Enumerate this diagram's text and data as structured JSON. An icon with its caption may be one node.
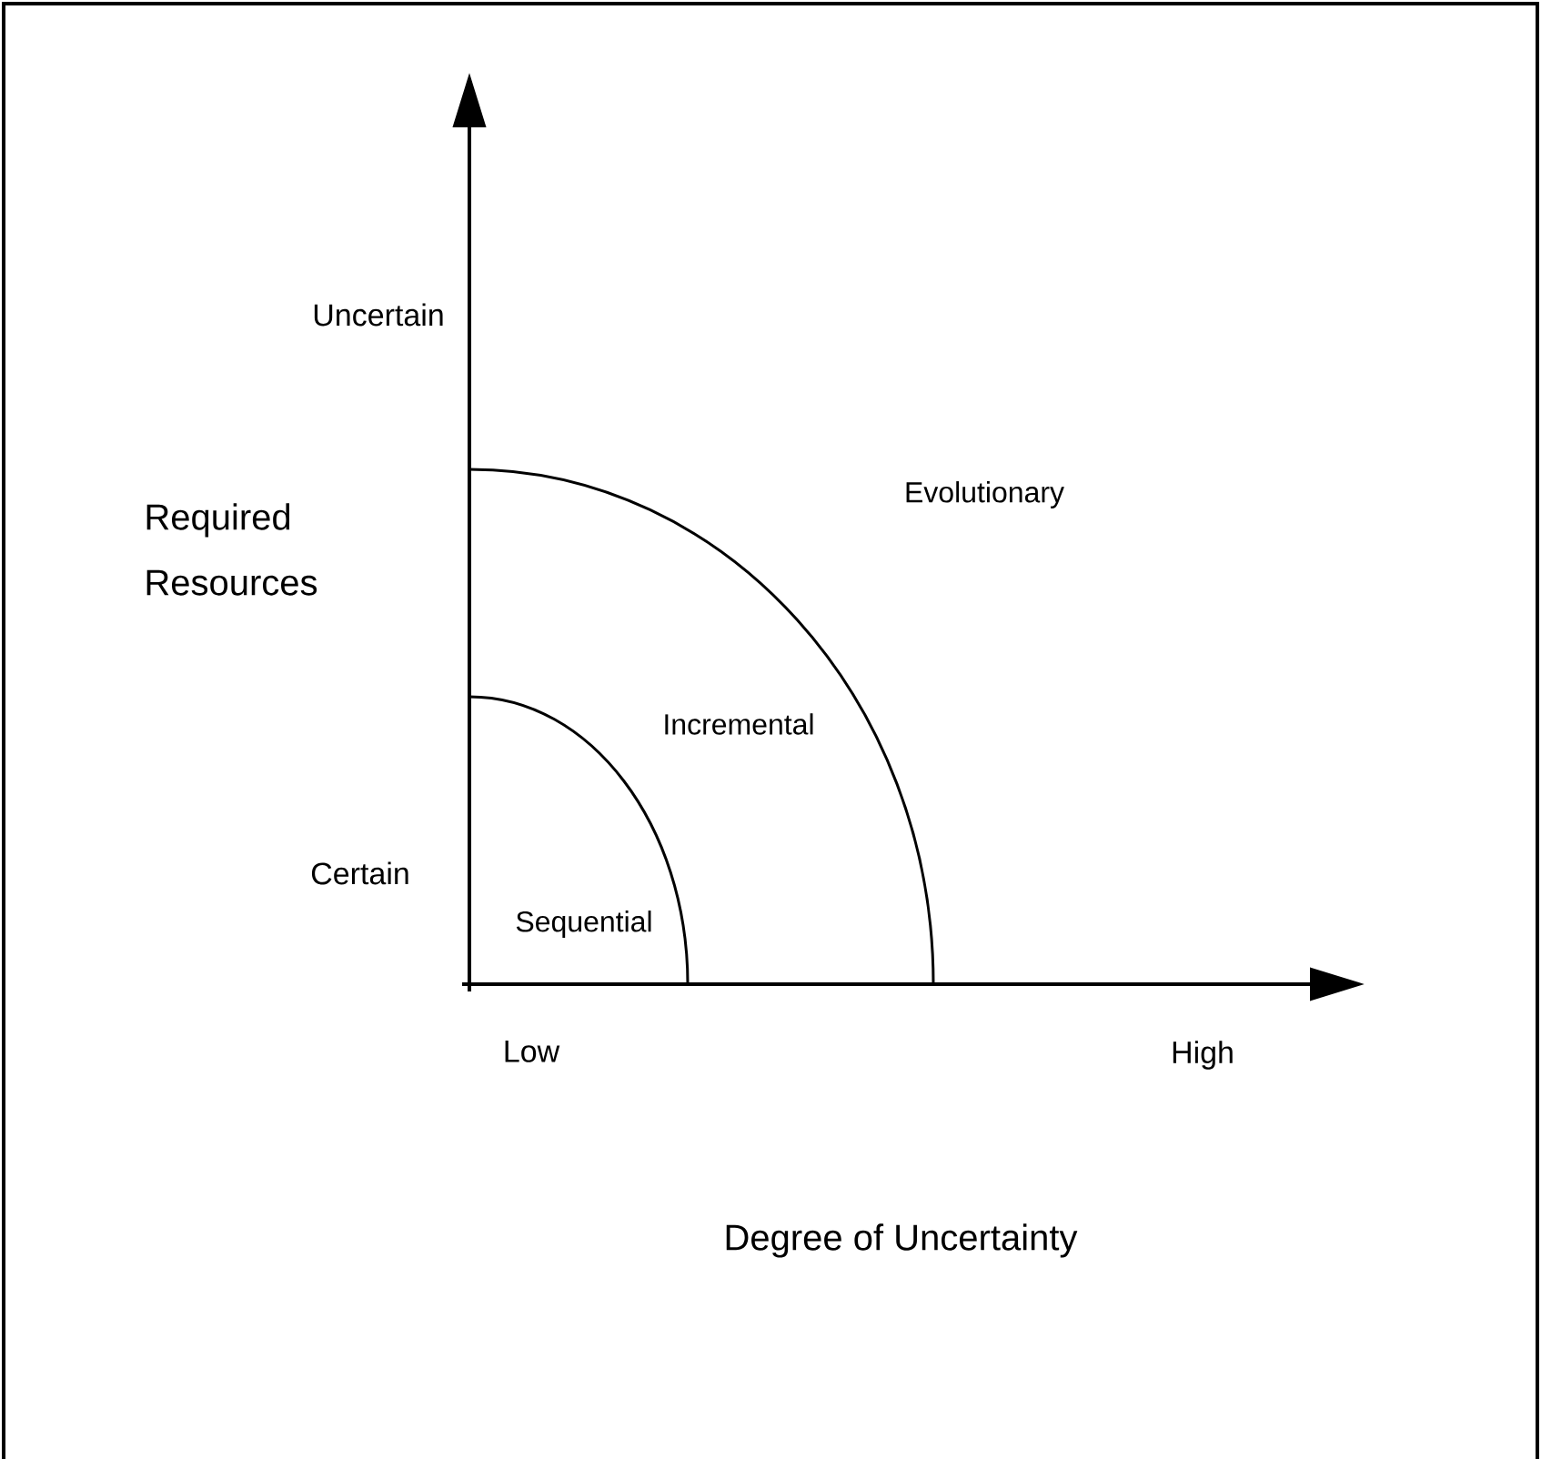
{
  "diagram": {
    "labels": [
      "Uncertain",
      "Required Resources",
      "Evolutionary",
      "Incremental",
      "Certain",
      "Sequential",
      "Low",
      "High",
      "Degree of Uncertainty"
    ]
  }
}
